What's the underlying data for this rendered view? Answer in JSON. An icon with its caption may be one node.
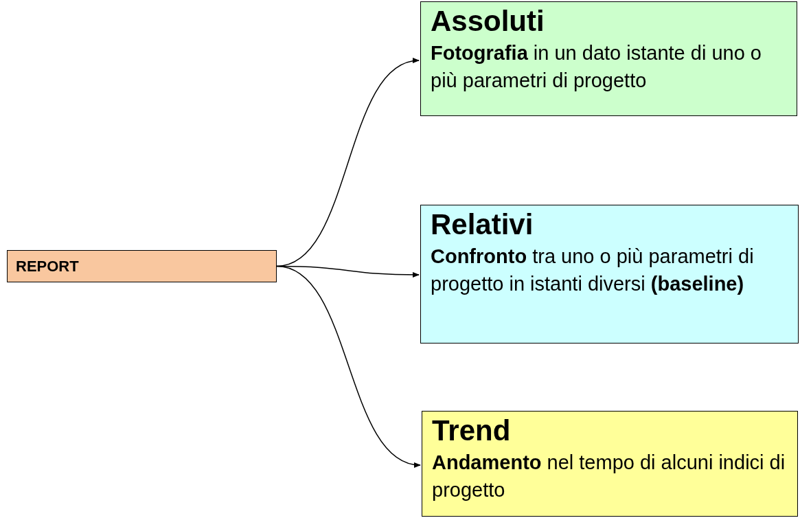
{
  "diagram": {
    "nodes": [
      {
        "text": [
          "REPORT"
        ]
      },
      {
        "text": [
          "Assoluti",
          "**Fotografia** in un dato istante di uno o più parametri di progetto"
        ]
      },
      {
        "text": [
          "Relativi",
          "**Confronto** tra uno o più parametri di progetto in istanti diversi **(baseline)**"
        ]
      },
      {
        "text": [
          "Trend",
          "**Andamento** nel tempo di alcuni indici di progetto"
        ]
      }
    ],
    "edges": [
      {
        "from": 0,
        "to": 1,
        "arrow": "to"
      },
      {
        "from": 0,
        "to": 2,
        "arrow": "to"
      },
      {
        "from": 0,
        "to": 3,
        "arrow": "to"
      }
    ]
  }
}
